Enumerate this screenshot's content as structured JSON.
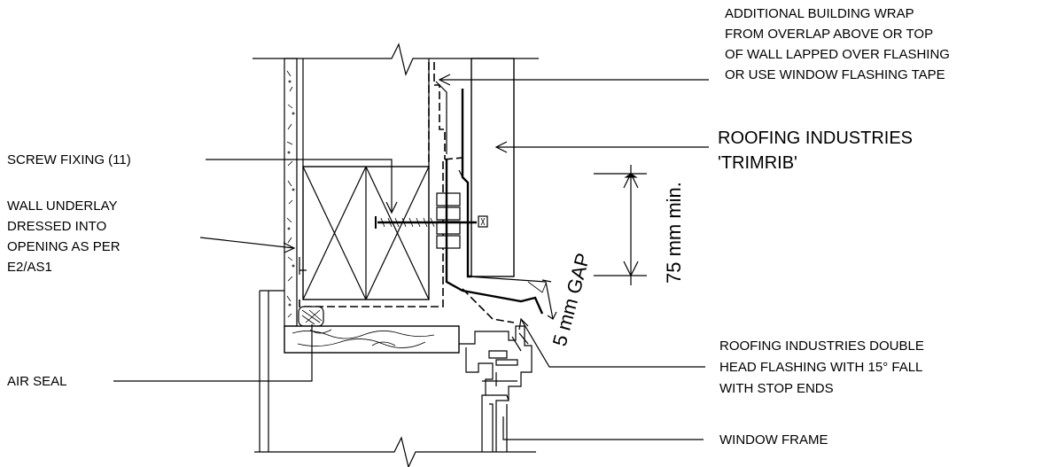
{
  "labels": {
    "building_wrap": [
      "ADDITIONAL BUILDING WRAP",
      "FROM OVERLAP ABOVE OR TOP",
      "OF WALL LAPPED OVER FLASHING",
      "OR USE WINDOW FLASHING TAPE"
    ],
    "trimrib": [
      "ROOFING INDUSTRIES",
      "'TRIMRIB'"
    ],
    "screw_fixing": "SCREW FIXING (11)",
    "wall_underlay": [
      "WALL UNDERLAY",
      "DRESSED INTO",
      "OPENING AS PER",
      "E2/AS1"
    ],
    "air_seal": "AIR SEAL",
    "head_flashing": [
      "ROOFING INDUSTRIES DOUBLE",
      "HEAD FLASHING WITH 15° FALL",
      "WITH STOP ENDS"
    ],
    "window_frame": "WINDOW FRAME",
    "dim_75": "75 mm min.",
    "gap_5": "5 mm GAP"
  }
}
